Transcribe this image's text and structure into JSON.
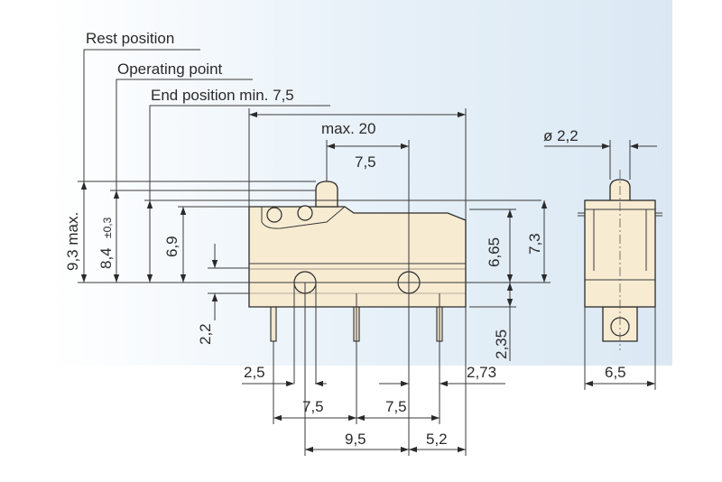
{
  "labels": {
    "rest_position": "Rest position",
    "operating_point": "Operating point",
    "end_position": "End position min. 7,5",
    "max_width": "max. 20",
    "actuator_offset": "7,5",
    "diameter": "ø 2,2",
    "h_93": "9,3 max.",
    "h_84": "8,4",
    "h_84_tol": "±0,3",
    "h_69": "6,9",
    "h_665": "6,65",
    "h_73": "7,3",
    "h_22": "2,2",
    "h_235": "2,35",
    "d_25": "2,5",
    "d_273": "2,73",
    "d_75a": "7,5",
    "d_75b": "7,5",
    "d_95": "9,5",
    "d_52": "5,2",
    "d_65": "6,5"
  },
  "colors": {
    "panel": "#e3eef7",
    "body_fill": "#f7ebd2",
    "line": "#2a2a2a"
  }
}
